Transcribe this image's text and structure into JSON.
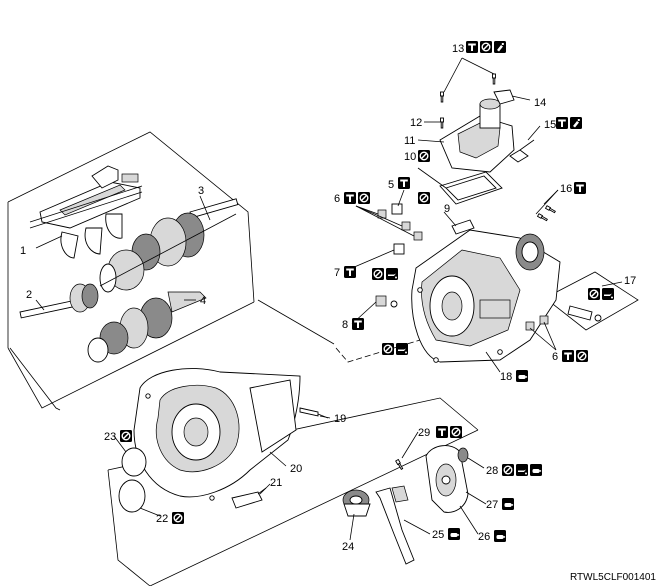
{
  "diagram": {
    "code": "RTWL5CLF001401",
    "callouts": [
      {
        "n": "1"
      },
      {
        "n": "2"
      },
      {
        "n": "3"
      },
      {
        "n": "4"
      },
      {
        "n": "5"
      },
      {
        "n": "6"
      },
      {
        "n": "7"
      },
      {
        "n": "8"
      },
      {
        "n": "9"
      },
      {
        "n": "10"
      },
      {
        "n": "11"
      },
      {
        "n": "12"
      },
      {
        "n": "13"
      },
      {
        "n": "14"
      },
      {
        "n": "15"
      },
      {
        "n": "16"
      },
      {
        "n": "17"
      },
      {
        "n": "18"
      },
      {
        "n": "19"
      },
      {
        "n": "20"
      },
      {
        "n": "21"
      },
      {
        "n": "22"
      },
      {
        "n": "23"
      },
      {
        "n": "24"
      },
      {
        "n": "25"
      },
      {
        "n": "26"
      },
      {
        "n": "27"
      },
      {
        "n": "28"
      },
      {
        "n": "29"
      },
      {
        "n": "6"
      }
    ],
    "symbols": {
      "torque": "torque-icon",
      "replace": "do-not-reuse-icon",
      "grease": "grease-icon",
      "oil": "oil-icon",
      "sealant": "sealant-icon",
      "adhesive": "adhesive-icon"
    }
  }
}
